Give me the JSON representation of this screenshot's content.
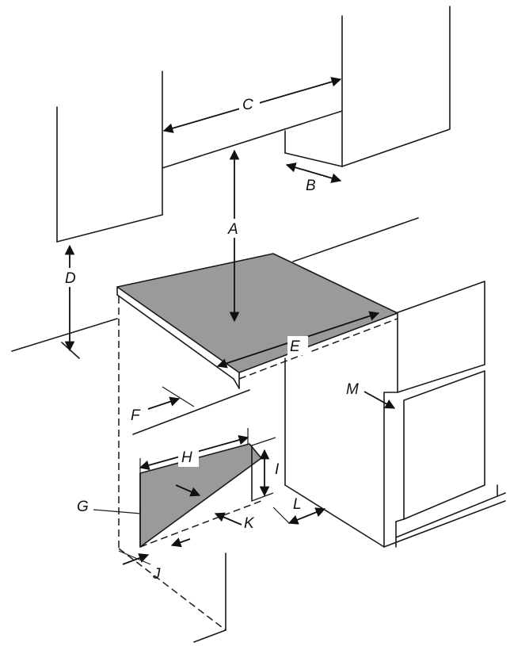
{
  "diagram": {
    "labels": {
      "A": "A",
      "B": "B",
      "C": "C",
      "D": "D",
      "E": "E",
      "F": "F",
      "G": "G",
      "H": "H",
      "I": "I",
      "J": "J",
      "K": "K",
      "L": "L",
      "M": "M"
    }
  }
}
